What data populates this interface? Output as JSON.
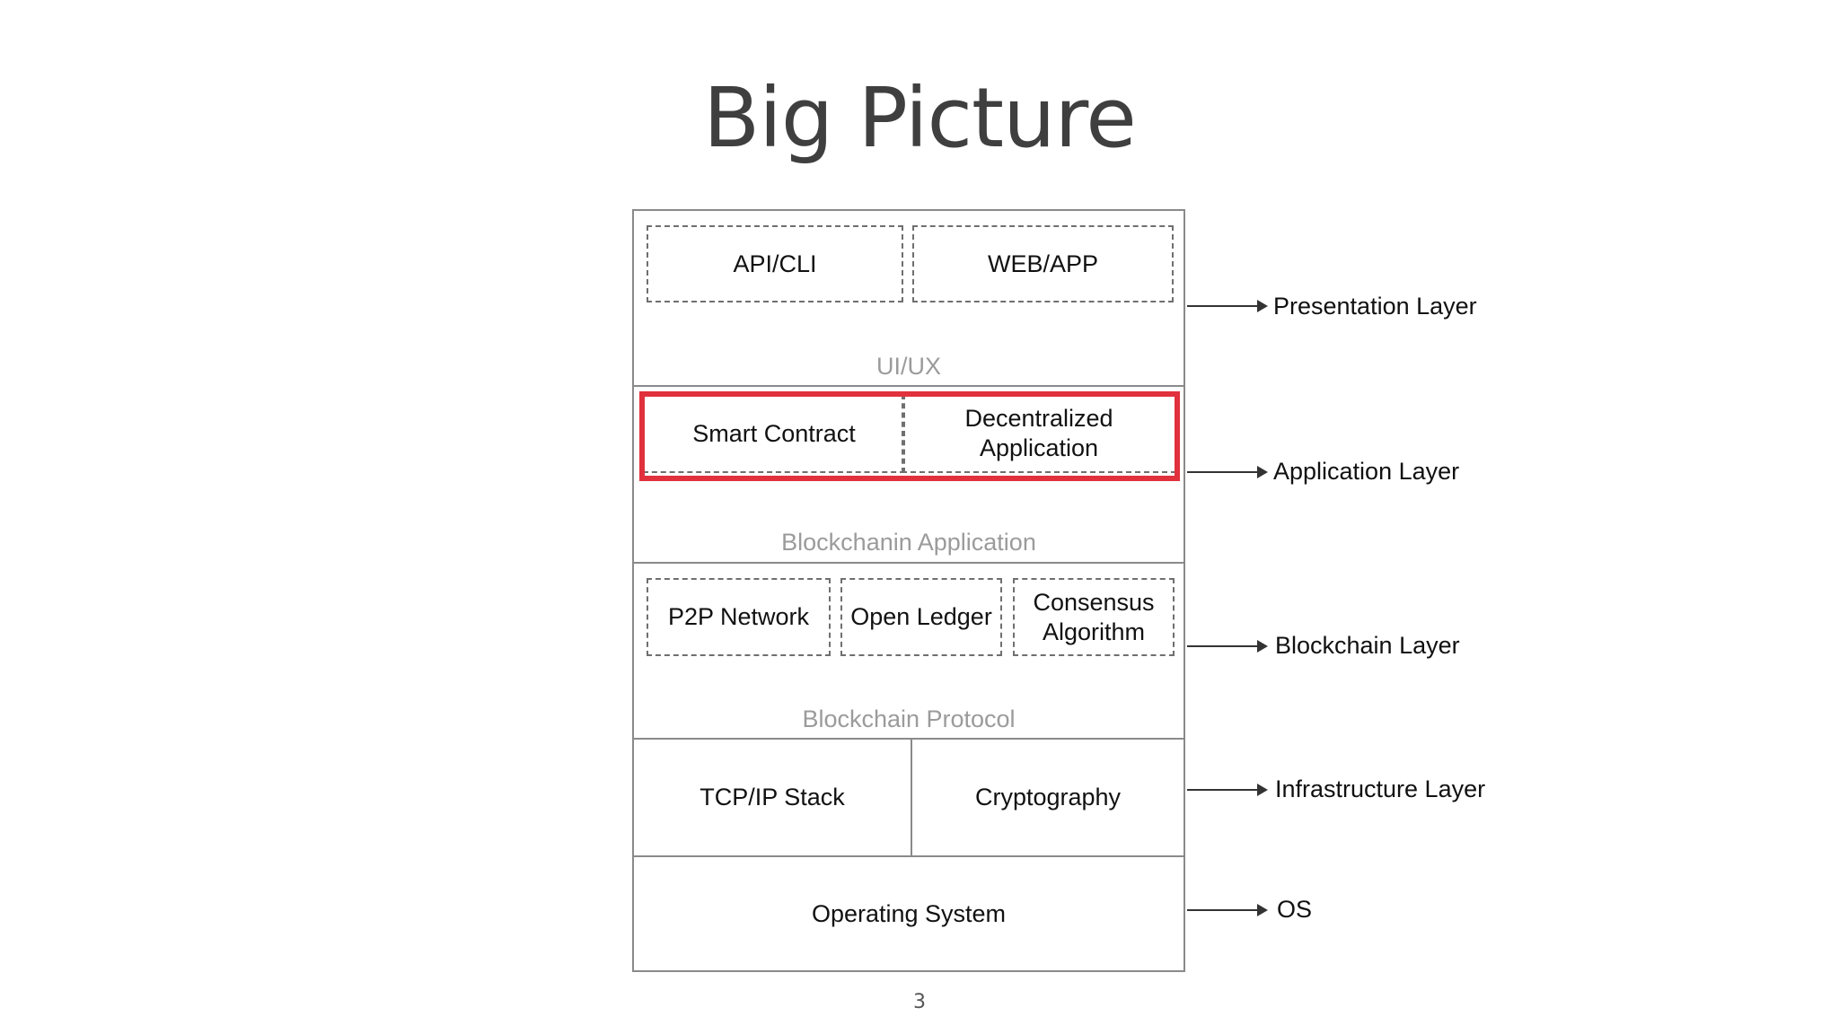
{
  "title": "Big Picture",
  "page_number": "3",
  "sections": {
    "presentation": {
      "caption": "UI/UX",
      "boxes": [
        "API/CLI",
        "WEB/APP"
      ]
    },
    "application": {
      "caption": "Blockchanin Application",
      "boxes": [
        "Smart Contract",
        "Decentralized\nApplication"
      ]
    },
    "protocol": {
      "caption": "Blockchain Protocol",
      "boxes": [
        "P2P Network",
        "Open Ledger",
        "Consensus\nAlgorithm"
      ]
    },
    "infrastructure": {
      "boxes": [
        "TCP/IP Stack",
        "Cryptography"
      ]
    },
    "os": {
      "boxes": [
        "Operating System"
      ]
    }
  },
  "layers": [
    "Presentation Layer",
    "Application Layer",
    "Blockchain Layer",
    "Infrastructure Layer",
    "OS"
  ],
  "colors": {
    "highlight": "#e0313d",
    "caption": "#9b9b9b",
    "border": "#8a8a8a"
  }
}
